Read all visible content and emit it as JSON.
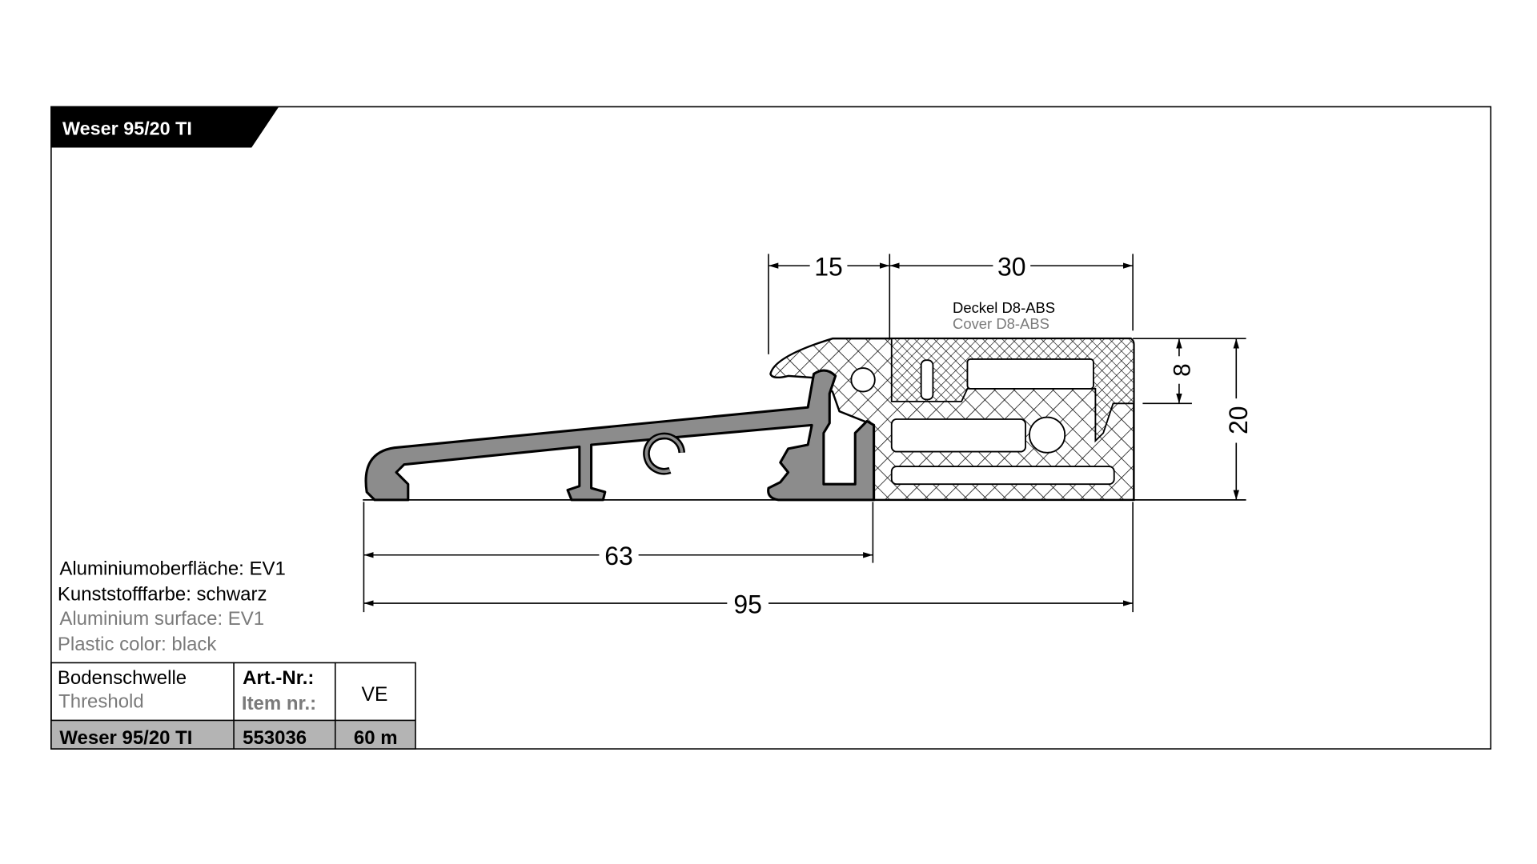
{
  "title": "Weser 95/20 TI",
  "dimensions": {
    "d15": "15",
    "d30": "30",
    "d63": "63",
    "d95": "95",
    "d8": "8",
    "d20": "20"
  },
  "cover_label": {
    "de": "Deckel D8-ABS",
    "en": "Cover D8-ABS"
  },
  "notes": {
    "de_surface": "Aluminiumoberfläche: EV1",
    "de_color": "Kunststofffarbe: schwarz",
    "en_surface": "Aluminium surface: EV1",
    "en_color": "Plastic color: black"
  },
  "table": {
    "header": {
      "name_de": "Bodenschwelle",
      "name_en": "Threshold",
      "art_de": "Art.-Nr.:",
      "art_en": "Item nr.:",
      "ve": "VE"
    },
    "row": {
      "name": "Weser 95/20 TI",
      "art": "553036",
      "ve": "60 m"
    }
  },
  "colors": {
    "aluminium": "#8c8c8c",
    "title_bg": "#000000",
    "row_bg": "#b4b4b4",
    "en_text": "#7a7a7a"
  }
}
